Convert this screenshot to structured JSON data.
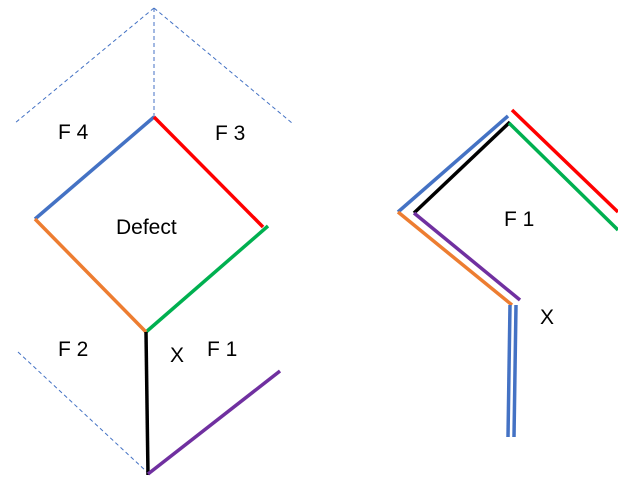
{
  "labels": {
    "f4": "F 4",
    "f3": "F 3",
    "defect": "Defect",
    "f2": "F 2",
    "x_left": "X",
    "f1_left": "F 1",
    "f1_right": "F 1",
    "x_right": "X"
  },
  "colors": {
    "blue": "#4472C4",
    "red": "#FF0000",
    "green": "#00B050",
    "orange": "#ED7D31",
    "black": "#000000",
    "purple": "#7030A0",
    "dashed": "#4472C4"
  }
}
